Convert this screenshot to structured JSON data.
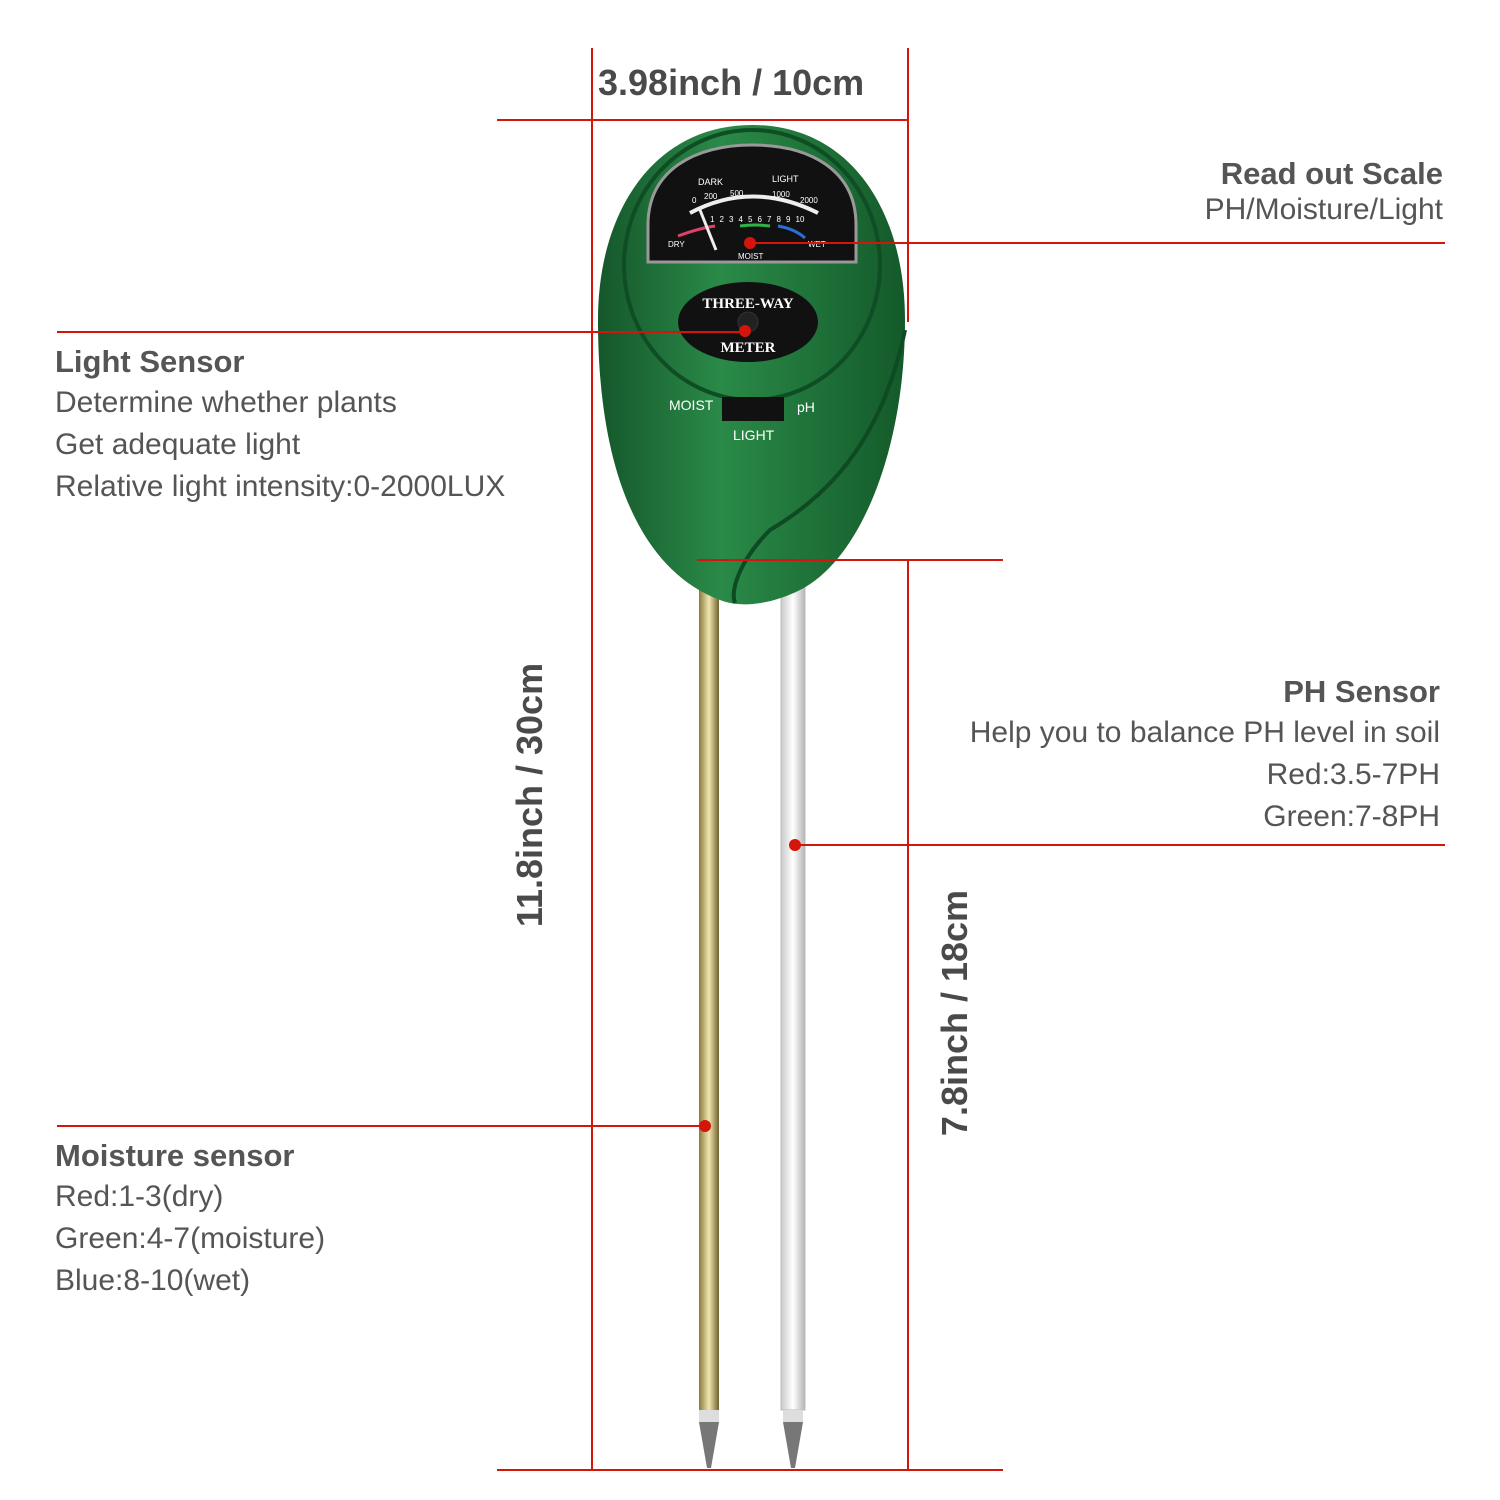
{
  "dimensions": {
    "width": "3.98inch / 10cm",
    "total_length": "11.8inch / 30cm",
    "probe_length": "7.8inch / 18cm"
  },
  "readout": {
    "title": "Read out Scale",
    "lines": [
      "PH/Moisture/Light"
    ]
  },
  "light_sensor": {
    "title": "Light Sensor",
    "lines": [
      "Determine whether plants",
      "Get adequate light",
      "Relative light intensity:0-2000LUX"
    ]
  },
  "ph_sensor": {
    "title": "PH Sensor",
    "lines": [
      "Help you to balance PH level in soil",
      "Red:3.5-7PH",
      "Green:7-8PH"
    ]
  },
  "moisture_sensor": {
    "title": "Moisture sensor",
    "lines": [
      "Red:1-3(dry)",
      "Green:4-7(moisture)",
      "Blue:8-10(wet)"
    ]
  },
  "device": {
    "badge_top": "THREE-WAY",
    "badge_bottom": "METER",
    "dial": {
      "dark": "DARK",
      "light": "LIGHT",
      "light_scale": [
        "0",
        "200",
        "500",
        "1000",
        "2000"
      ],
      "moist_scale": [
        "1",
        "2",
        "3",
        "4",
        "5",
        "6",
        "7",
        "8",
        "9",
        "10"
      ],
      "dry": "DRY",
      "moist": "MOIST",
      "wet": "WET"
    },
    "switch": {
      "left": "MOIST",
      "right": "pH",
      "bottom": "LIGHT"
    }
  },
  "colors": {
    "annotation_line": "#d4150c",
    "body_green": "#1f7a3c",
    "dial_red": "#e0406a",
    "dial_green": "#2fb24a",
    "dial_blue": "#2a6fd8"
  }
}
